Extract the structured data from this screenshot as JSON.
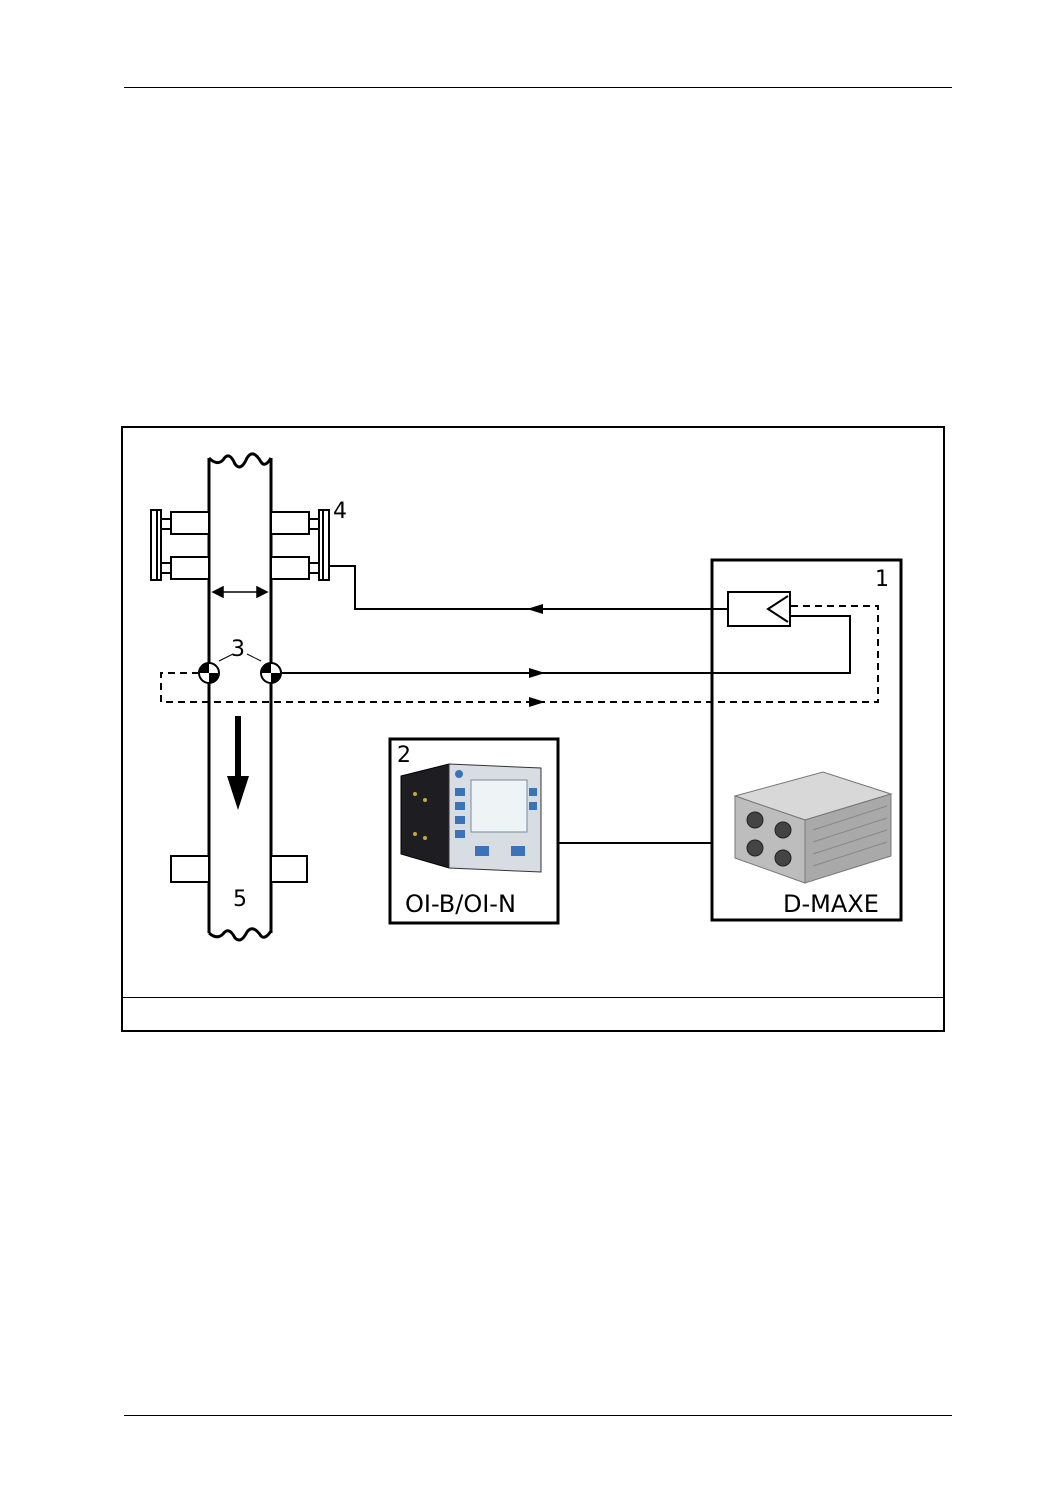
{
  "diagram": {
    "labels": {
      "controller_number": "1",
      "operator_interface_number": "2",
      "sensors_number": "3",
      "actuator_number": "4",
      "material_number": "5"
    },
    "operator_interface_name": "OI-B/OI-N",
    "controller_name": "D-MAXE"
  }
}
